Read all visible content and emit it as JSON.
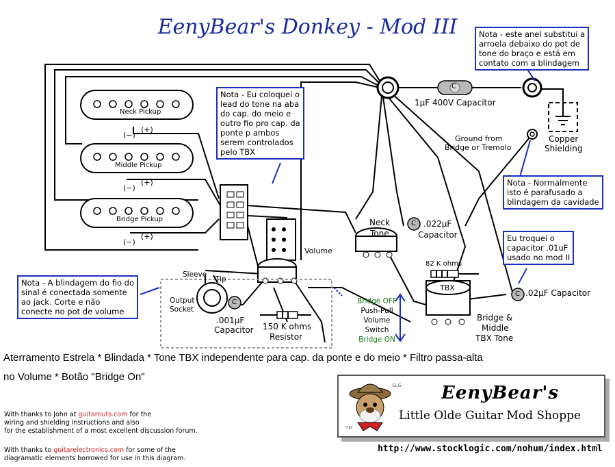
{
  "title": "EenyBear's Donkey - Mod III",
  "pickups": {
    "neck": "Neck Pickup",
    "middle": "Middle Pickup",
    "bridge": "Bridge Pickup",
    "neg": "(−)",
    "pos": "(+)"
  },
  "notes": {
    "tone_lead": "Nota - Eu coloquei o\nlead do tone na aba\ndo cap. do meio e\noutro fio pro cap. da\nponte p ambos\nserem controlados\npelo TBX",
    "anel": "Nota - este anel substitui a\narroela debaixo do pot de\ntone do braço e está em\ncontato com a blindagem",
    "parafusado": "Nota - Normalmente\nisto é parafusado a\nblindagem da cavidade",
    "capacitor": "Eu troquei o\ncapacitor .01uF\nusado no mod II",
    "blindagem": "Nota - A blindagem do fio do\nsinal é conectada somente\nao jack. Corte e não\nconecte no pot de volume"
  },
  "labels": {
    "cap_1uf": "1μF 400V Capacitor",
    "ground_from": "Ground from",
    "bridge_tremolo": "Bridge or Tremolo",
    "copper": "Copper",
    "shielding": "Shielding",
    "neck_tone_1": "Neck",
    "neck_tone_2": "Tone",
    "cap_022": ".022μF",
    "capacitor_word": "Capacitor",
    "volume": "Volume",
    "ohms_82k": "82 K ohms",
    "tbx": "TBX",
    "bridge_middle_1": "Bridge &",
    "bridge_middle_2": "Middle",
    "bridge_middle_3": "TBX Tone",
    "cap_02": ".02μF Capacitor",
    "sleeve": "Sleeve",
    "tip": "Tip",
    "output": "Output",
    "socket": "Socket",
    "cap_001": ".001μF",
    "ohms_150k": "150 K ohms",
    "resistor": "Resistor",
    "bridge_off": "Bridge OFF",
    "push_pull": "Push-Pull",
    "volume_sw": "Volume",
    "switch": "Switch",
    "bridge_on": "Bridge ON",
    "c": "C"
  },
  "caption": {
    "line1": "Aterramento Estrela * Blindada * Tone TBX independente para cap. da ponte e do meio * Filtro passa-alta",
    "line2": "no Volume * Botão \"Bridge On\""
  },
  "credits": {
    "l1a": "With thanks to John at ",
    "l1b": "guitarnuts.com",
    "l1c": " for the",
    "l2": "wiring and shielding instructions and also",
    "l3": "for the establishment of a most excellent discussion forum.",
    "l4a": "With thanks to ",
    "l4b": "guitarelectronics.com",
    "l4c": " for some of the",
    "l5": "diagramatic elements borrowed for use in this diagram."
  },
  "logo": {
    "title": "EenyBear's",
    "subtitle": "Little Olde Guitar Mod Shoppe",
    "slg": "SLG",
    "tm": "TM"
  },
  "url": "http://www.stocklogic.com/nohum/index.html",
  "colors": {
    "title": "#1a2a9c",
    "note_border": "#1a2fbf",
    "capacitor": "#b9b9b9",
    "wire": "#000000",
    "link": "#d62020",
    "switch_text": "#1a7a1a"
  }
}
